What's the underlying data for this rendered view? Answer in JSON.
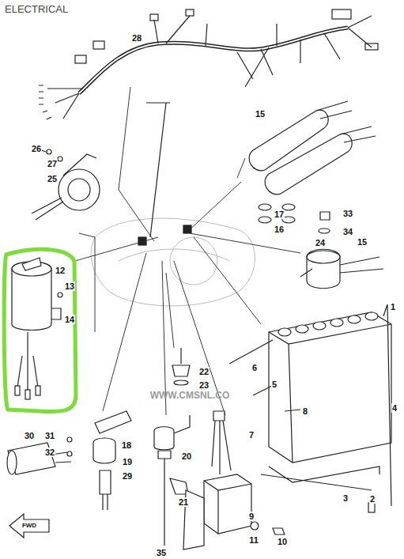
{
  "diagram": {
    "title": "ELECTRICAL",
    "labels": [
      "28",
      "26",
      "27",
      "25",
      "15",
      "15",
      "17",
      "16",
      "33",
      "34",
      "24",
      "12",
      "13",
      "14",
      "22",
      "23",
      "6",
      "5",
      "8",
      "1",
      "4",
      "7",
      "3",
      "2",
      "30",
      "31",
      "32",
      "18",
      "19",
      "29",
      "20",
      "21",
      "9",
      "11",
      "10",
      "35",
      "FWD",
      "WWW.CMSNL.CO"
    ]
  }
}
